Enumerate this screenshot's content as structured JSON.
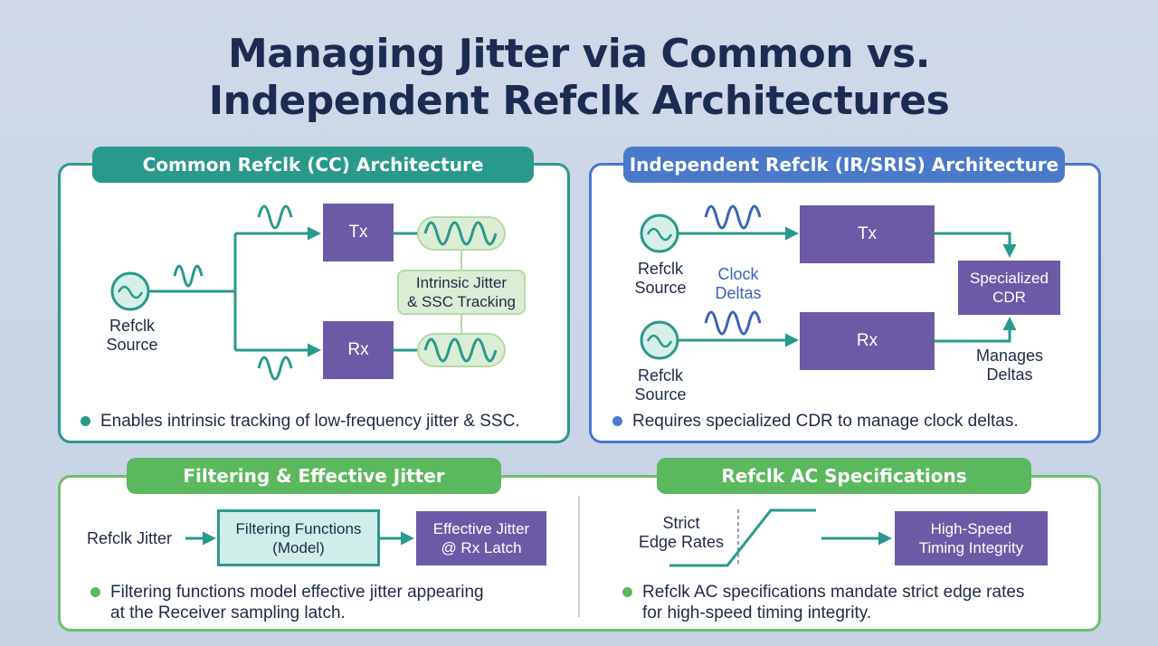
{
  "title": {
    "line1": "Managing Jitter via Common vs.",
    "line2": "Independent Refclk Architectures"
  },
  "common": {
    "header": "Common Refclk (CC) Architecture",
    "source_line1": "Refclk",
    "source_line2": "Source",
    "tx": "Tx",
    "rx": "Rx",
    "tracking_line1": "Intrinsic Jitter",
    "tracking_line2": "& SSC Tracking",
    "bullet": "Enables intrinsic tracking of low-frequency jitter & SSC."
  },
  "independent": {
    "header": "Independent Refclk (IR/SRIS) Architecture",
    "source_top_line1": "Refclk",
    "source_top_line2": "Source",
    "source_bottom_line1": "Refclk",
    "source_bottom_line2": "Source",
    "clock_deltas_line1": "Clock",
    "clock_deltas_line2": "Deltas",
    "tx": "Tx",
    "rx": "Rx",
    "cdr_line1": "Specialized",
    "cdr_line2": "CDR",
    "manages_line1": "Manages",
    "manages_line2": "Deltas",
    "bullet": "Requires specialized CDR to manage clock deltas."
  },
  "filtering": {
    "header": "Filtering & Effective Jitter",
    "input": "Refclk Jitter",
    "filter_line1": "Filtering Functions",
    "filter_line2": "(Model)",
    "effective_line1": "Effective Jitter",
    "effective_line2": "@ Rx Latch",
    "bullet_line1": "Filtering functions model effective jitter appearing",
    "bullet_line2": "at the Receiver sampling latch."
  },
  "ac_spec": {
    "header": "Refclk AC Specifications",
    "edge_line1": "Strict",
    "edge_line2": "Edge Rates",
    "integrity_line1": "High-Speed",
    "integrity_line2": "Timing Integrity",
    "bullet_line1": "Refclk AC specifications mandate strict edge rates",
    "bullet_line2": "for high-speed timing integrity."
  },
  "colors": {
    "teal": "#28998b",
    "blue": "#4a79c9",
    "green": "#5cb85e",
    "purple": "#6d5aa6",
    "navy": "#1c2b52"
  }
}
